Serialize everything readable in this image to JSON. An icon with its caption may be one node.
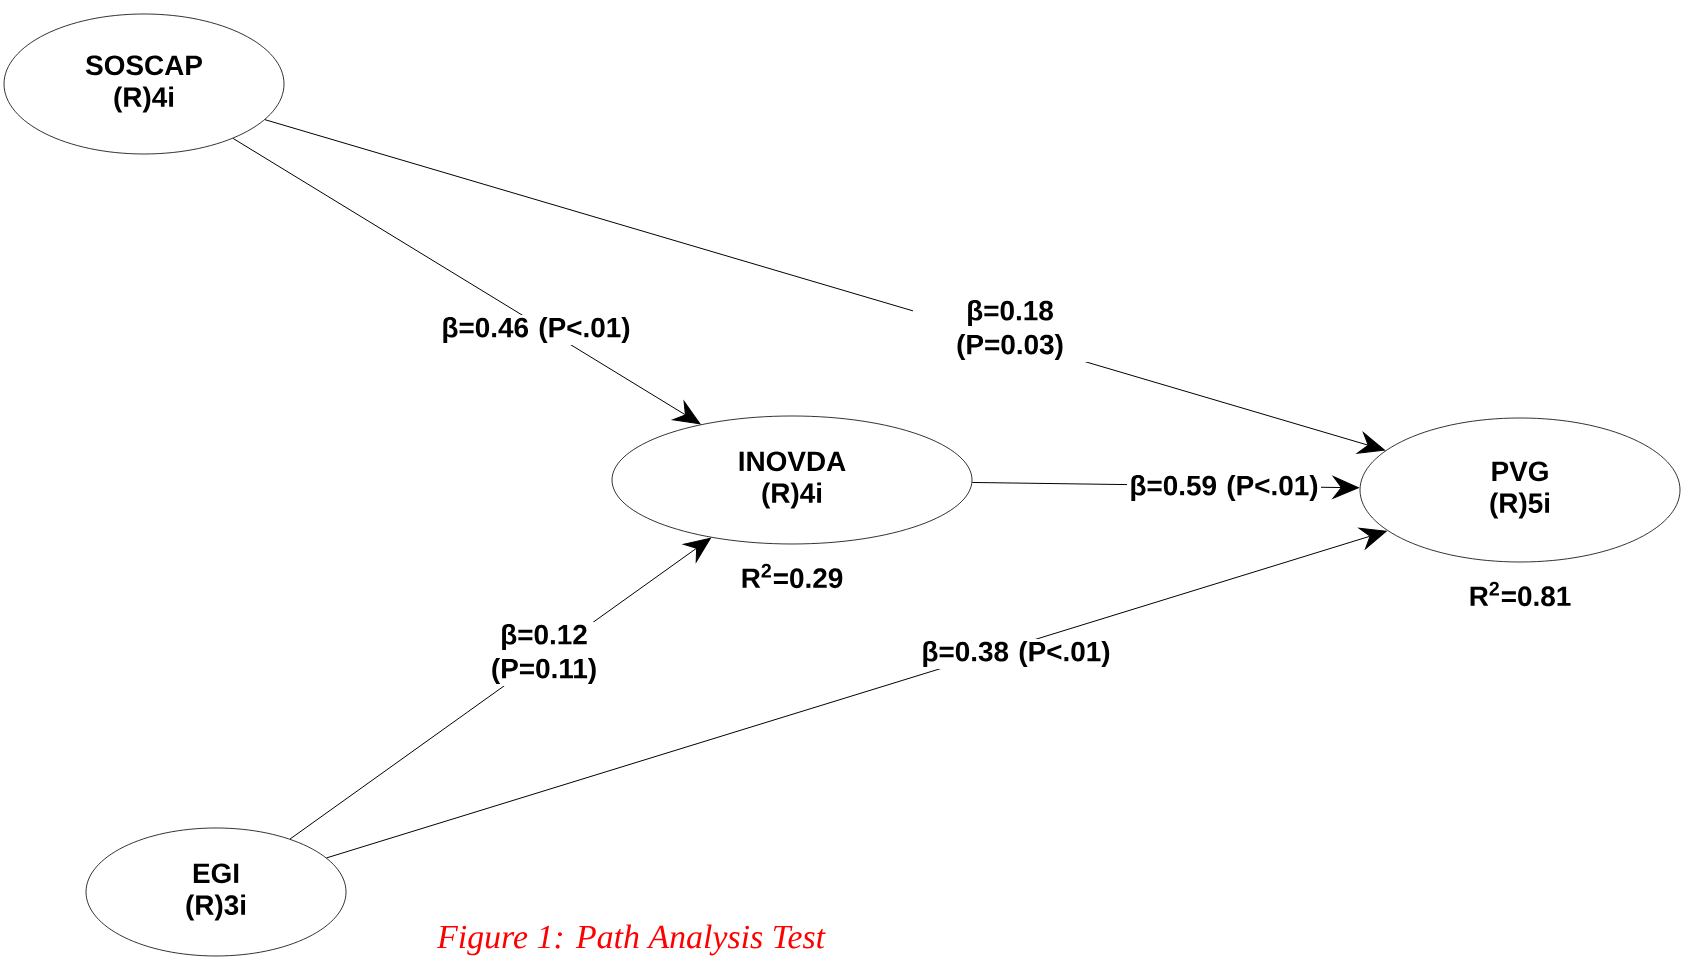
{
  "diagram": {
    "caption": "Figure 1: Path Analysis Test",
    "nodes": [
      {
        "text": [
          "SOSCAP",
          "(R)4i"
        ]
      },
      {
        "text": [
          "INOVDA",
          "(R)4i"
        ],
        "beside": [
          "R$^{2}$=0.29"
        ]
      },
      {
        "text": [
          "PVG",
          "(R)5i"
        ],
        "beside": [
          "R$^{2}$=0.81"
        ]
      },
      {
        "text": [
          "EGI",
          "(R)3i"
        ]
      }
    ],
    "edges": [
      {
        "from": 0,
        "to": 1,
        "arrow": "to",
        "label": "β=0.46 (P<.01)"
      },
      {
        "from": 0,
        "to": 2,
        "arrow": "to",
        "label": "β=0.18 (P=0.03)"
      },
      {
        "from": 1,
        "to": 2,
        "arrow": "to",
        "label": "β=0.59 (P<.01)"
      },
      {
        "from": 3,
        "to": 1,
        "arrow": "to",
        "label": "β=0.12 (P=0.11)"
      },
      {
        "from": 3,
        "to": 2,
        "arrow": "to",
        "label": "β=0.38 (P<.01)"
      }
    ]
  }
}
